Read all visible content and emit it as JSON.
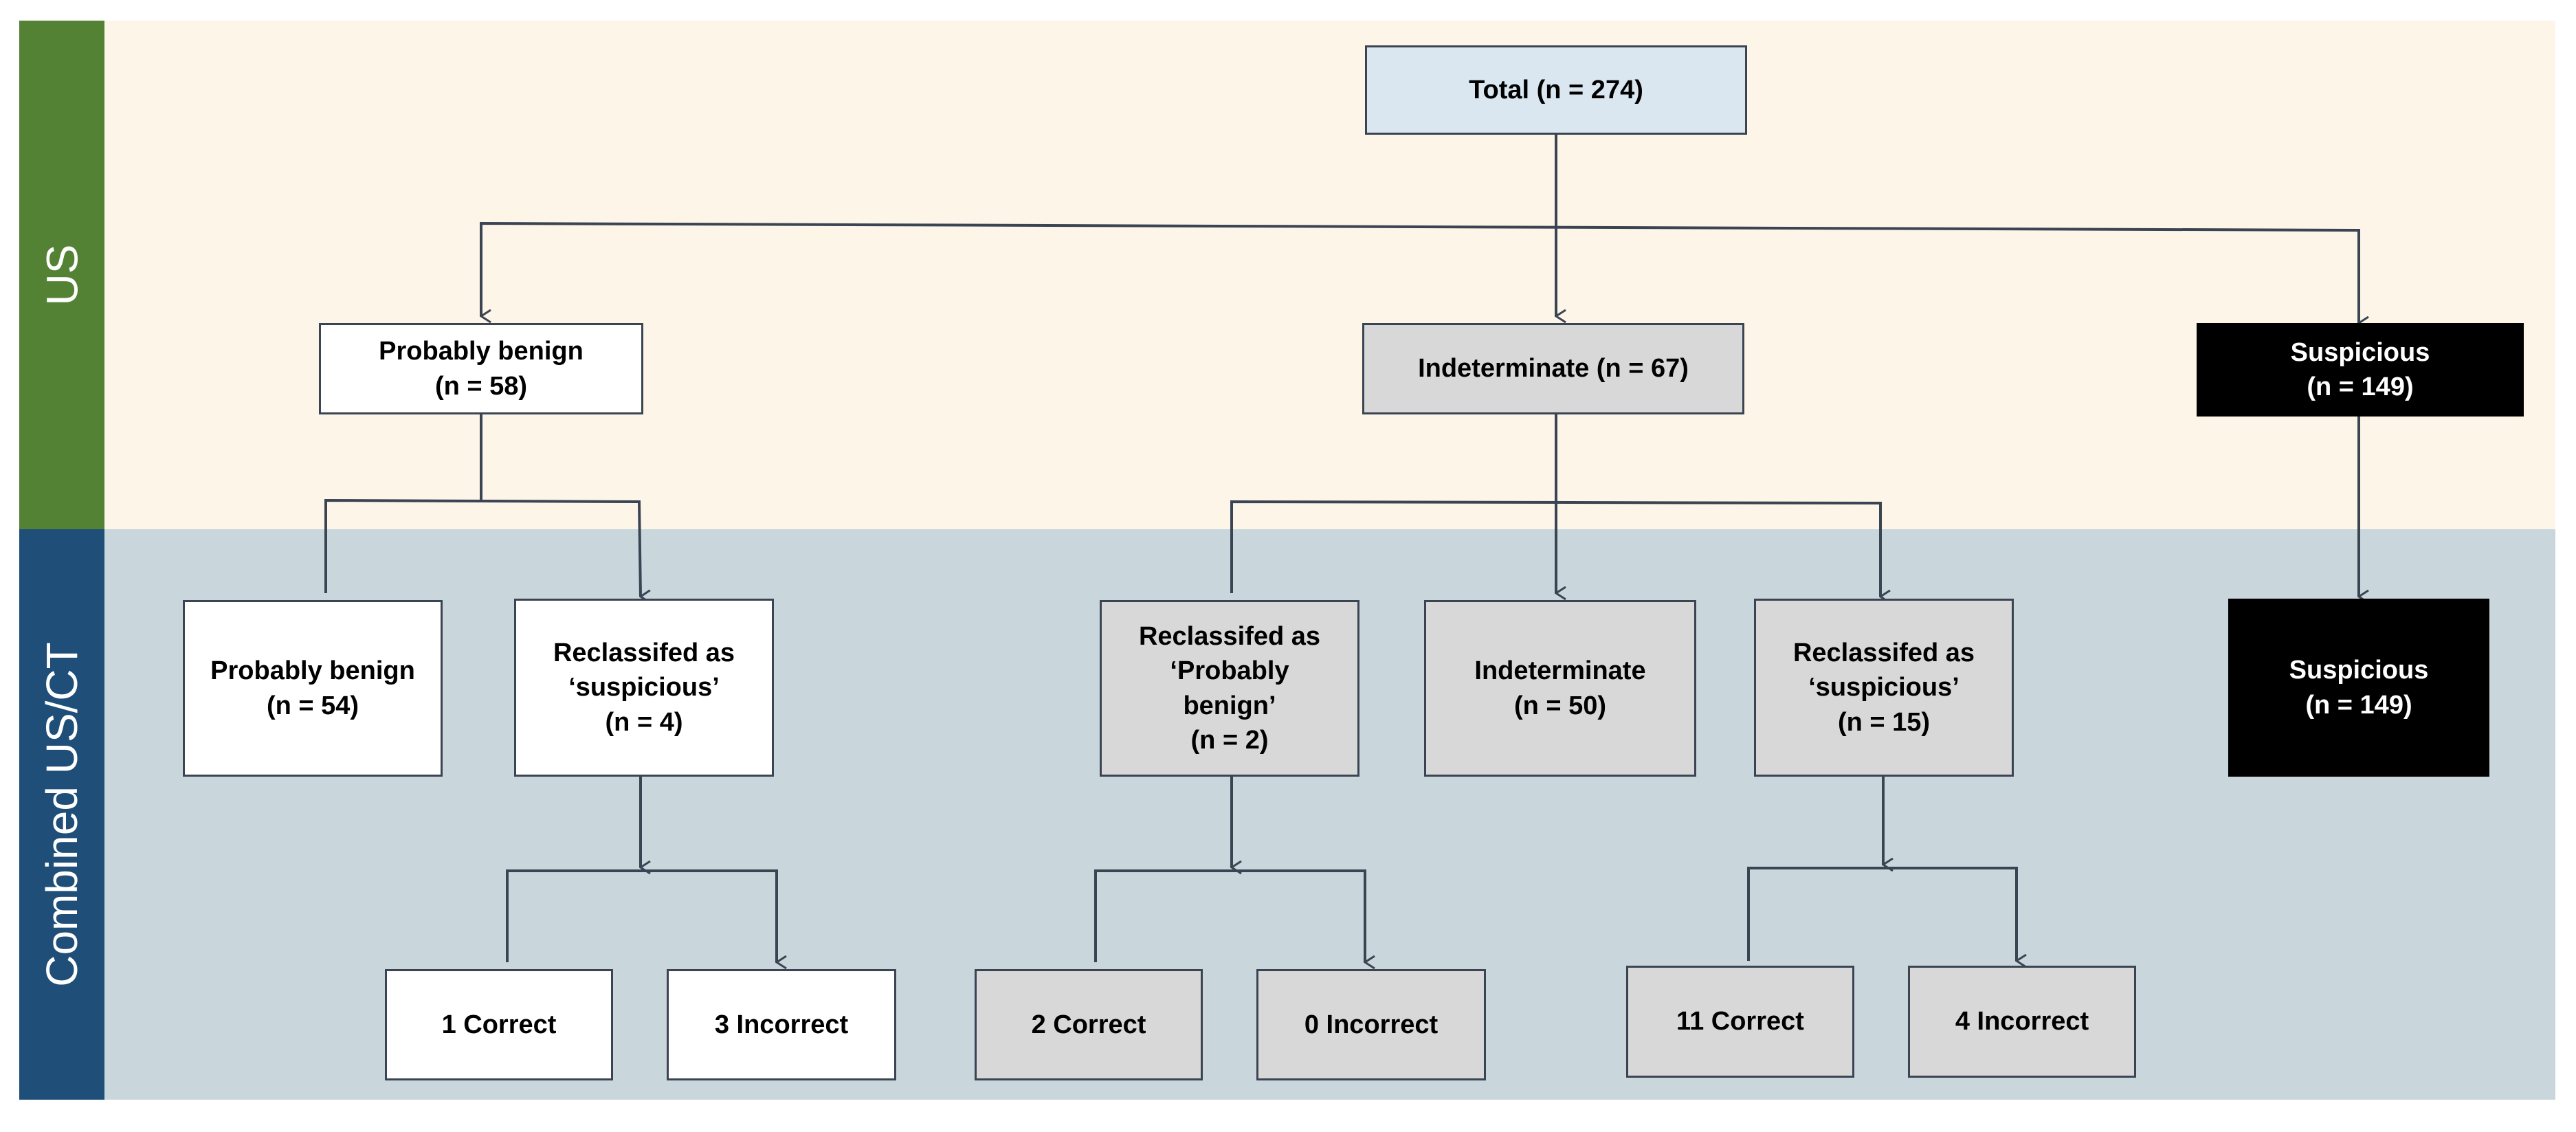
{
  "colors": {
    "us_band_bg": "#fdf5e8",
    "combined_band_bg": "#c9d7dd",
    "us_label_bg": "#548235",
    "combined_label_bg": "#1f4e79",
    "connector": "#3b4452"
  },
  "bands": {
    "us_label": "US",
    "combined_label": "Combined US/CT"
  },
  "nodes": {
    "total": "Total (n = 274)",
    "us_probably_benign": "Probably benign\n(n = 58)",
    "us_indeterminate": "Indeterminate (n = 67)",
    "us_suspicious": "Suspicious\n(n = 149)",
    "c_probably_benign": "Probably benign\n(n = 54)",
    "c_reclass_suspicious_4": "Reclassifed as\n‘suspicious’\n(n = 4)",
    "c_reclass_probably_benign_2": "Reclassifed as\n‘Probably\nbenign’\n(n = 2)",
    "c_indeterminate": "Indeterminate\n(n = 50)",
    "c_reclass_suspicious_15": "Reclassifed as\n‘suspicious’\n(n = 15)",
    "c_suspicious": "Suspicious\n(n = 149)",
    "outcome_1_correct": "1 Correct",
    "outcome_3_incorrect": "3 Incorrect",
    "outcome_2_correct": "2 Correct",
    "outcome_0_incorrect": "0 Incorrect",
    "outcome_11_correct": "11 Correct",
    "outcome_4_incorrect": "4 Incorrect"
  }
}
